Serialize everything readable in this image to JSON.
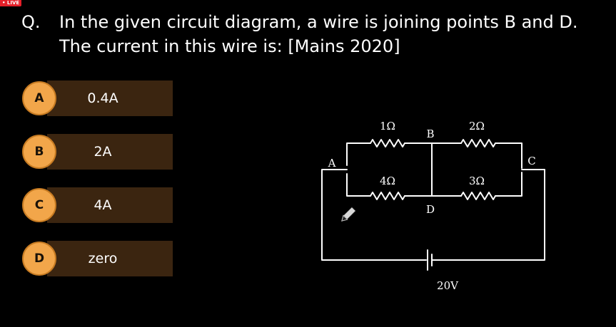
{
  "badge": {
    "live": "• LIVE"
  },
  "question": {
    "number": "Q.",
    "text": "In the given circuit diagram, a wire is joining points B and D. The current in this wire is: [Mains 2020]"
  },
  "options": [
    {
      "letter": "A",
      "text": "0.4A"
    },
    {
      "letter": "B",
      "text": "2A"
    },
    {
      "letter": "C",
      "text": "4A"
    },
    {
      "letter": "D",
      "text": "zero"
    }
  ],
  "circuit": {
    "nodes": {
      "a": "A",
      "b": "B",
      "c": "C",
      "d": "D"
    },
    "resistors": {
      "r1": "1Ω",
      "r2": "2Ω",
      "r3": "4Ω",
      "r4": "3Ω"
    },
    "battery": "20V"
  },
  "colors": {
    "option_bar": "#3b2510",
    "badge": "#f2a64a",
    "live": "#e5202a"
  },
  "icons": {
    "pencil": "pencil-cursor-icon"
  }
}
